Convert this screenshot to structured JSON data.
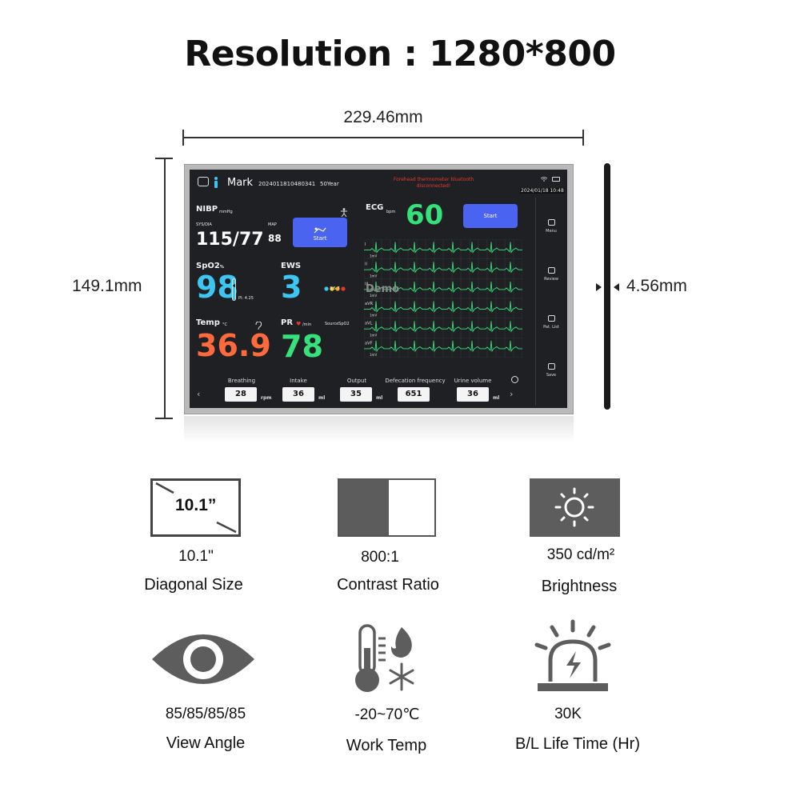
{
  "title": "Resolution : 1280*800",
  "dimensions": {
    "width": "229.46mm",
    "height": "149.1mm",
    "thickness": "4.56mm"
  },
  "screen": {
    "patient_name": "Mark",
    "patient_id": "2024011810480341",
    "age": "50Year",
    "alert": "Forehead thermometer bluetooth disconnected!",
    "datetime": "2024/01/18 10:48",
    "nibp": {
      "label": "NIBP",
      "unit": "mmHg",
      "sub_label": "SYS/DIA",
      "value": "115/77",
      "map_label": "MAP",
      "map_value": "88",
      "button": "Start"
    },
    "ecg": {
      "label": "ECG",
      "unit": "bpm",
      "value": "60",
      "button": "Start",
      "watermark": "Demo",
      "leads": [
        "I",
        "II",
        "III",
        "aVR",
        "aVL",
        "aVF"
      ],
      "scale": "1mV"
    },
    "spo2": {
      "label": "SpO2",
      "unit": "%",
      "value": "98",
      "pi": "PI: 4.25"
    },
    "ews": {
      "label": "EWS",
      "value": "3",
      "legend": "3   5   7"
    },
    "temp": {
      "label": "Temp",
      "unit": "°C",
      "value": "36.9"
    },
    "pr": {
      "label": "PR",
      "unit": "/min",
      "value": "78",
      "source": "SourceSpO2"
    },
    "side_menu": [
      "Menu",
      "Review",
      "Pat. List",
      "Save"
    ],
    "bottom": [
      {
        "label": "Breathing",
        "value": "28",
        "unit": "rpm"
      },
      {
        "label": "Intake",
        "value": "36",
        "unit": "ml"
      },
      {
        "label": "Output",
        "value": "35",
        "unit": "ml"
      },
      {
        "label": "Defecation frequency",
        "value": "651",
        "unit": ""
      },
      {
        "label": "Urine volume",
        "value": "36",
        "unit": "ml"
      }
    ],
    "colors": {
      "nibp": "#ffffff",
      "spo2": "#3ec6f2",
      "ews": "#3ec6f2",
      "temp": "#ff6a3d",
      "pr": "#36e07a",
      "ecg": "#36e07a",
      "button": "#4a63f0"
    }
  },
  "specs": [
    {
      "icon": "diagonal-icon",
      "icon_text": "10.1”",
      "value": "10.1\"",
      "label": "Diagonal Size"
    },
    {
      "icon": "contrast-icon",
      "value": "800:1",
      "label": "Contrast Ratio"
    },
    {
      "icon": "sun-icon",
      "value": "350 cd/m²",
      "label": "Brightness"
    },
    {
      "icon": "eye-icon",
      "value": "85/85/85/85",
      "label": "View Angle"
    },
    {
      "icon": "thermometer-icon",
      "value": "-20~70℃",
      "label": "Work Temp"
    },
    {
      "icon": "alarm-light-icon",
      "value": "30K",
      "label": "B/L Life Time (Hr)"
    }
  ]
}
